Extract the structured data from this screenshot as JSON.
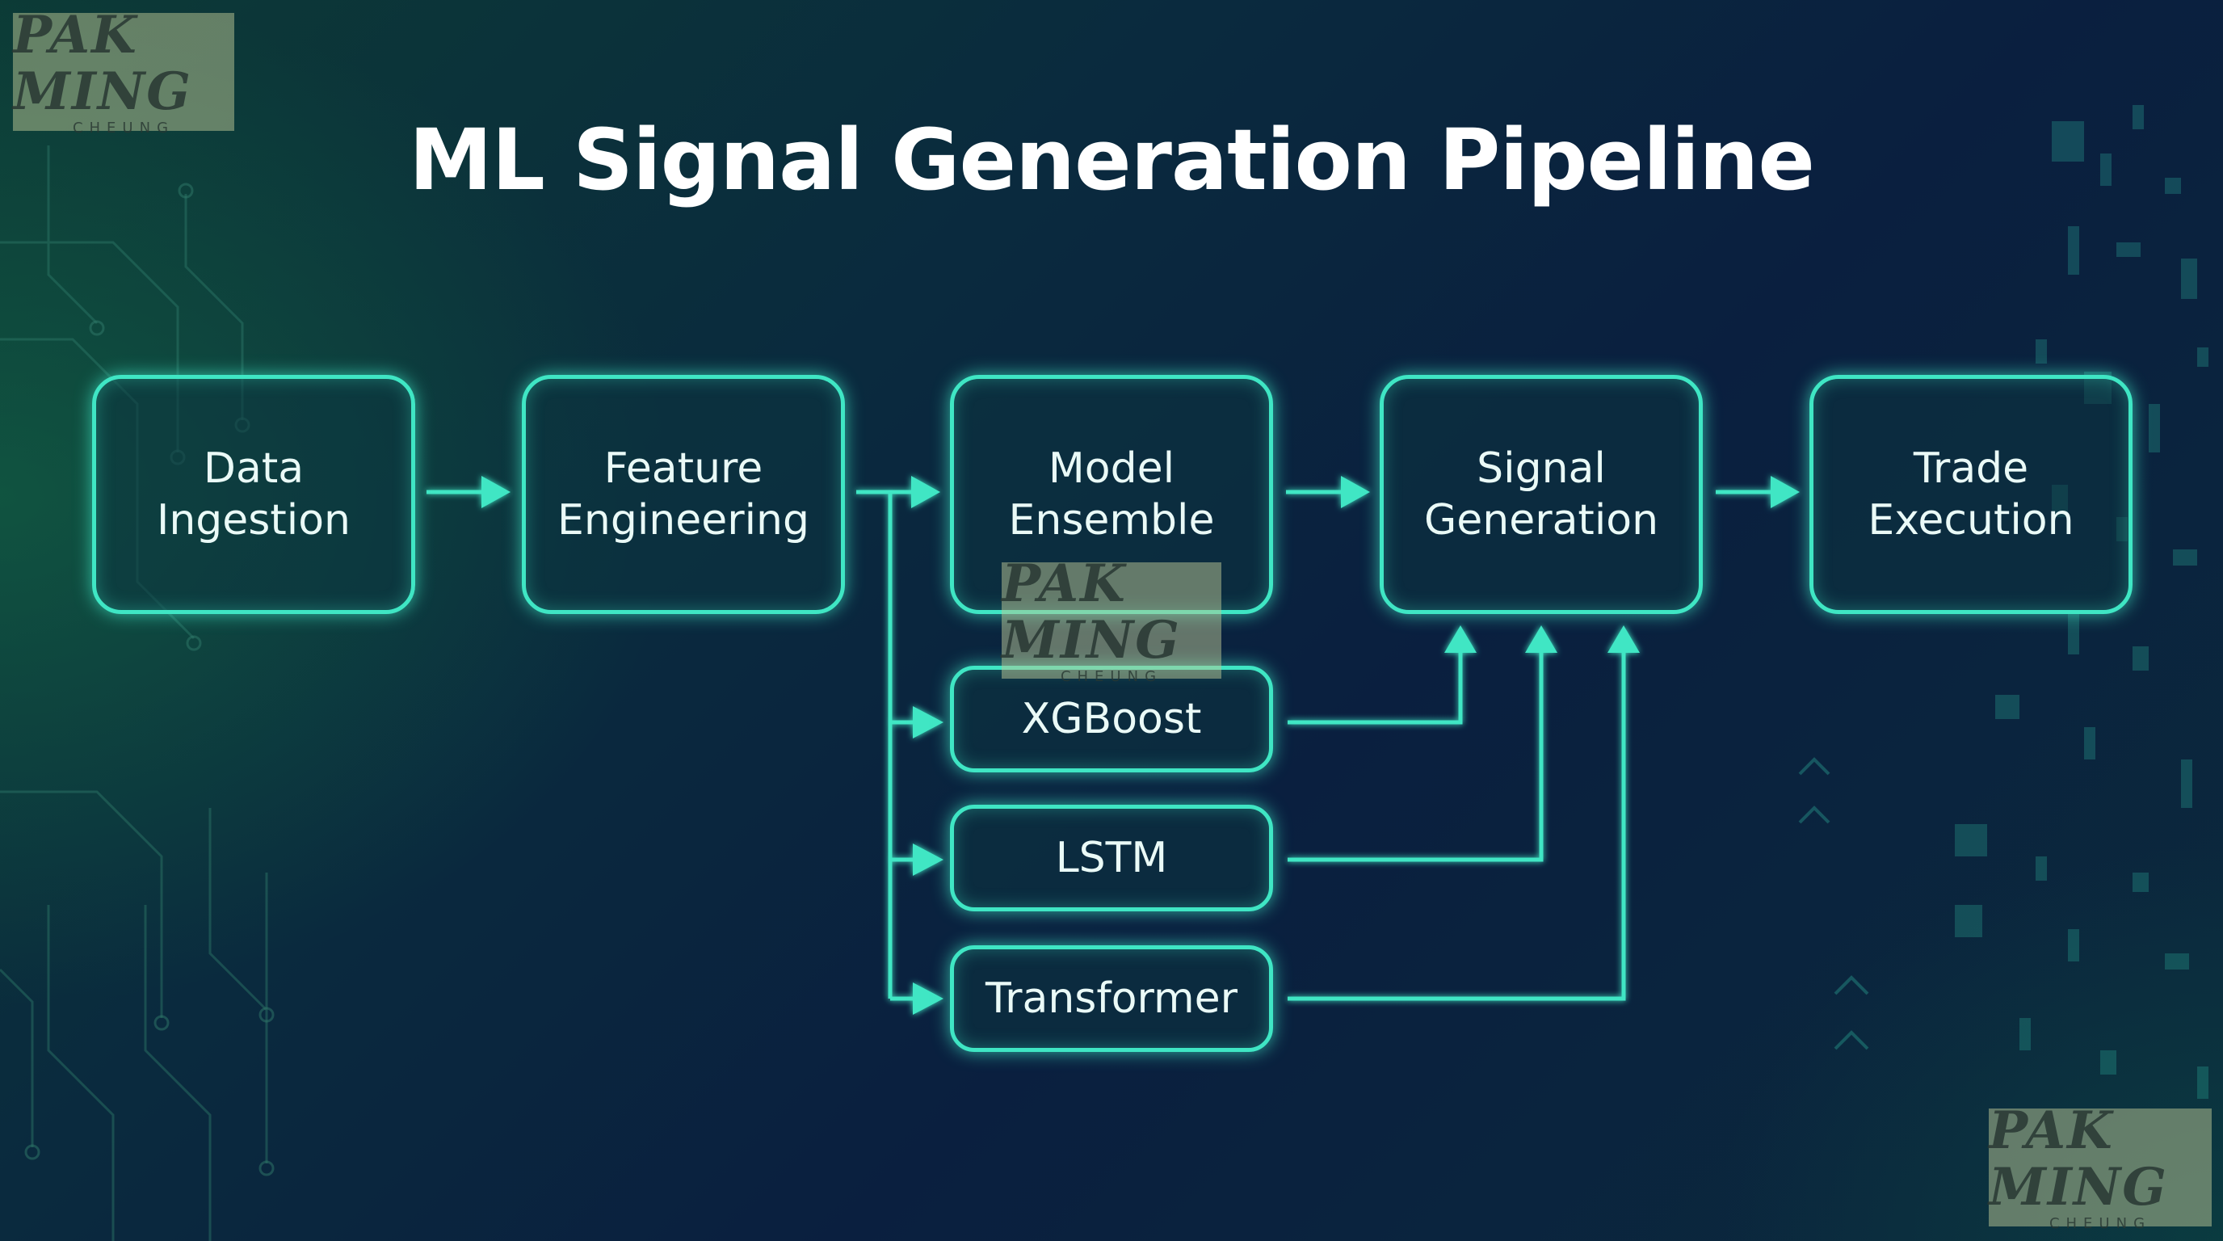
{
  "title": "ML Signal Generation Pipeline",
  "pipeline": [
    {
      "line1": "Data",
      "line2": "Ingestion"
    },
    {
      "line1": "Feature",
      "line2": "Engineering"
    },
    {
      "line1": "Model",
      "line2": "Ensemble"
    },
    {
      "line1": "Signal",
      "line2": "Generation"
    },
    {
      "line1": "Trade",
      "line2": "Execution"
    }
  ],
  "models": [
    "XGBoost",
    "LSTM",
    "Transformer"
  ],
  "watermark": {
    "main": "PAK MING",
    "sub": "CHEUNG"
  },
  "colors": {
    "accent": "#3fe6c4",
    "title": "#ffffff",
    "box_text": "#eafaf7",
    "background_dark": "#0a1f3f",
    "background_green": "#0c3a36"
  }
}
